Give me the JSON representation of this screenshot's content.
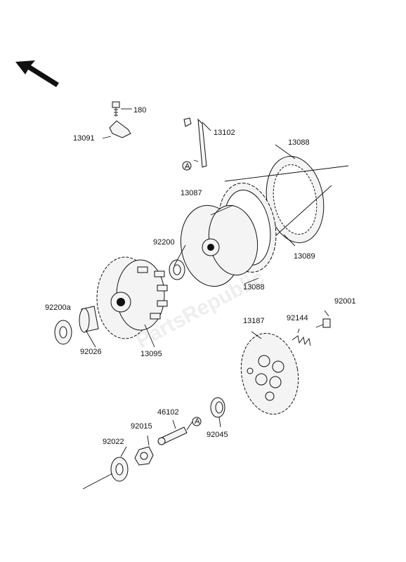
{
  "watermark": "PartsRepublic",
  "labels": {
    "p180": "180",
    "p13091": "13091",
    "p13102": "13102",
    "p13088a": "13088",
    "p13087": "13087",
    "p92200": "92200",
    "p13089": "13089",
    "p13088b": "13088",
    "p92200a": "92200a",
    "p92026": "92026",
    "p13095": "13095",
    "p92001": "92001",
    "p13187": "13187",
    "p92144": "92144",
    "p46102": "46102",
    "p92015": "92015",
    "p92022": "92022",
    "p92045": "92045",
    "refA1": "A",
    "refA2": "A"
  }
}
